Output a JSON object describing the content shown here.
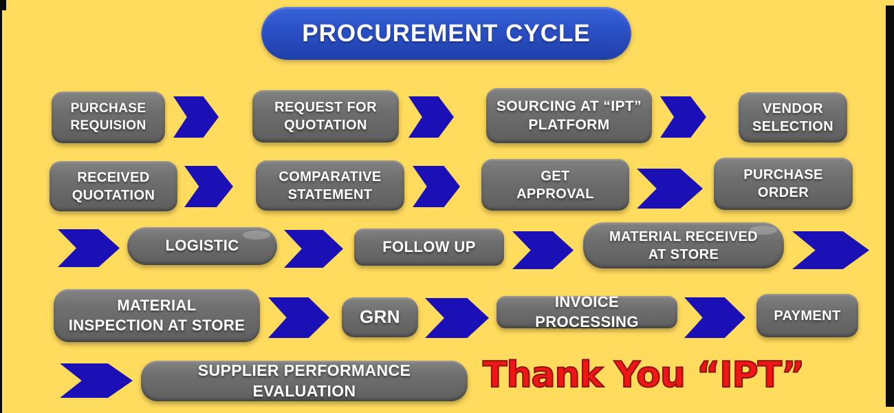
{
  "title": "PROCUREMENT CYCLE",
  "thank_you": "Thank You “IPT”",
  "colors": {
    "background": "#FFDB5E",
    "arrow_blue": "#1B10B6",
    "title_pill_blue": "#2B50C6",
    "box_gray": "#6E6E6E",
    "box_text": "#FFFFFF",
    "thank_you_red": "#F01616",
    "thank_you_outline": "#8D1212"
  },
  "steps": [
    {
      "label": "PURCHASE\nREQUISION"
    },
    {
      "label": "REQUEST FOR\nQUOTATION"
    },
    {
      "label": "SOURCING AT “IPT”\nPLATFORM"
    },
    {
      "label": "VENDOR\nSELECTION"
    },
    {
      "label": "RECEIVED\nQUOTATION"
    },
    {
      "label": "COMPARATIVE\nSTATEMENT"
    },
    {
      "label": "GET\nAPPROVAL"
    },
    {
      "label": "PURCHASE\nORDER"
    },
    {
      "label": "LOGISTIC"
    },
    {
      "label": "FOLLOW UP"
    },
    {
      "label": "MATERIAL RECEIVED\nAT STORE"
    },
    {
      "label": "MATERIAL\nINSPECTION AT STORE"
    },
    {
      "label": "GRN"
    },
    {
      "label": "INVOICE PROCESSING"
    },
    {
      "label": "PAYMENT"
    },
    {
      "label": "SUPPLIER PERFORMANCE EVALUATION"
    }
  ]
}
